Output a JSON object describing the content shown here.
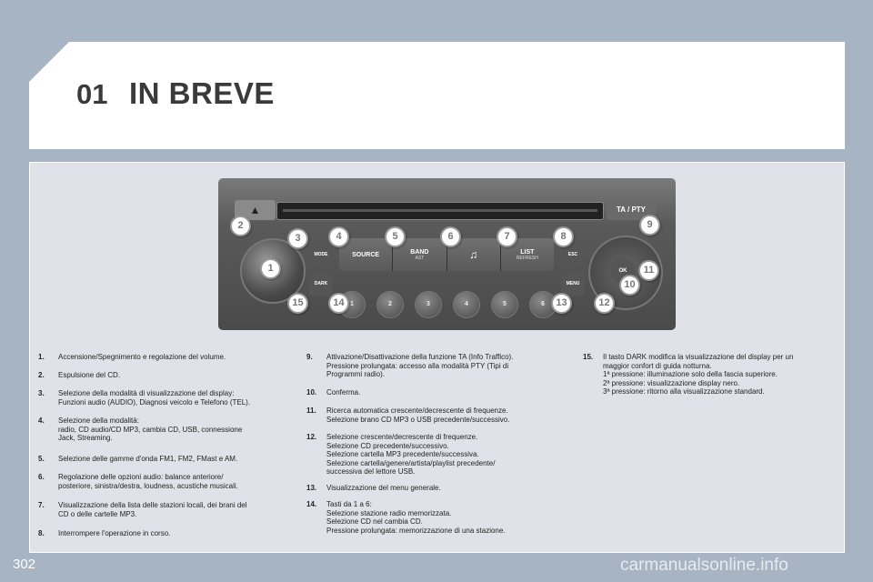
{
  "header": {
    "chapter_number": "01",
    "title": "IN BREVE"
  },
  "radio": {
    "eject_symbol": "▲",
    "ta_pty_label": "TA / PTY",
    "mode_label": "MODE",
    "dark_label": "DARK",
    "source_label": "SOURCE",
    "band_label": "BAND",
    "band_sub": "AST",
    "music_symbol": "♫",
    "list_label": "LIST",
    "list_sub": "REFRESH",
    "esc_label": "ESC",
    "menu_label": "MENU",
    "ok_label": "OK",
    "presets": [
      "1",
      "2",
      "3",
      "4",
      "5",
      "6"
    ],
    "callouts": [
      "1",
      "2",
      "3",
      "4",
      "5",
      "6",
      "7",
      "8",
      "9",
      "10",
      "11",
      "12",
      "13",
      "14",
      "15"
    ]
  },
  "legend": {
    "items": [
      {
        "num": "1.",
        "text": "Accensione/Spegnimento e regolazione del volume."
      },
      {
        "num": "2.",
        "text": "Espulsione del CD."
      },
      {
        "num": "3.",
        "text": "Selezione della modalità di visualizzazione del display:\nFunzioni audio (AUDIO), Diagnosi veicolo e Telefono (TEL)."
      },
      {
        "num": "4.",
        "text": "Selezione della modalità:\nradio, CD audio/CD MP3, cambia CD, USB, connessione\nJack, Streaming."
      },
      {
        "num": "5.",
        "text": "Selezione delle gamme d'onda FM1, FM2, FMast e AM."
      },
      {
        "num": "6.",
        "text": "Regolazione delle opzioni audio: balance anteriore/\nposteriore, sinistra/destra, loudness, acustiche musicali."
      },
      {
        "num": "7.",
        "text": "Visualizzazione della lista delle stazioni locali, dei brani del\nCD o delle cartelle MP3."
      },
      {
        "num": "8.",
        "text": "Interrompere l'operazione in corso."
      },
      {
        "num": "9.",
        "text": "Attivazione/Disattivazione della funzione TA (Info Traffico).\nPressione prolungata: accesso alla modalità PTY (Tipi di\nProgrammi radio)."
      },
      {
        "num": "10.",
        "text": "Conferma."
      },
      {
        "num": "11.",
        "text": "Ricerca automatica crescente/decrescente di frequenze.\nSelezione brano CD MP3 o USB precedente/successivo."
      },
      {
        "num": "12.",
        "text": "Selezione crescente/decrescente di frequenze.\nSelezione CD precedente/successivo.\nSelezione cartella MP3 precedente/successiva.\nSelezione cartella/genere/artista/playlist precedente/\nsuccessiva del lettore USB."
      },
      {
        "num": "13.",
        "text": "Visualizzazione del menu generale."
      },
      {
        "num": "14.",
        "text": "Tasti da 1 a 6:\nSelezione stazione radio memorizzata.\nSelezione CD nel cambia CD.\nPressione prolungata: memorizzazione di una stazione."
      },
      {
        "num": "15.",
        "text": "Il tasto DARK modifica la visualizzazione del display per un\nmaggior confort di guida notturna.\n1ª pressione: illuminazione solo della fascia superiore.\n2ª pressione: visualizzazione display nero.\n3ª pressione: ritorno alla visualizzazione standard."
      }
    ]
  },
  "footer": {
    "page_number": "302",
    "watermark": "carmanualsonline.info"
  }
}
